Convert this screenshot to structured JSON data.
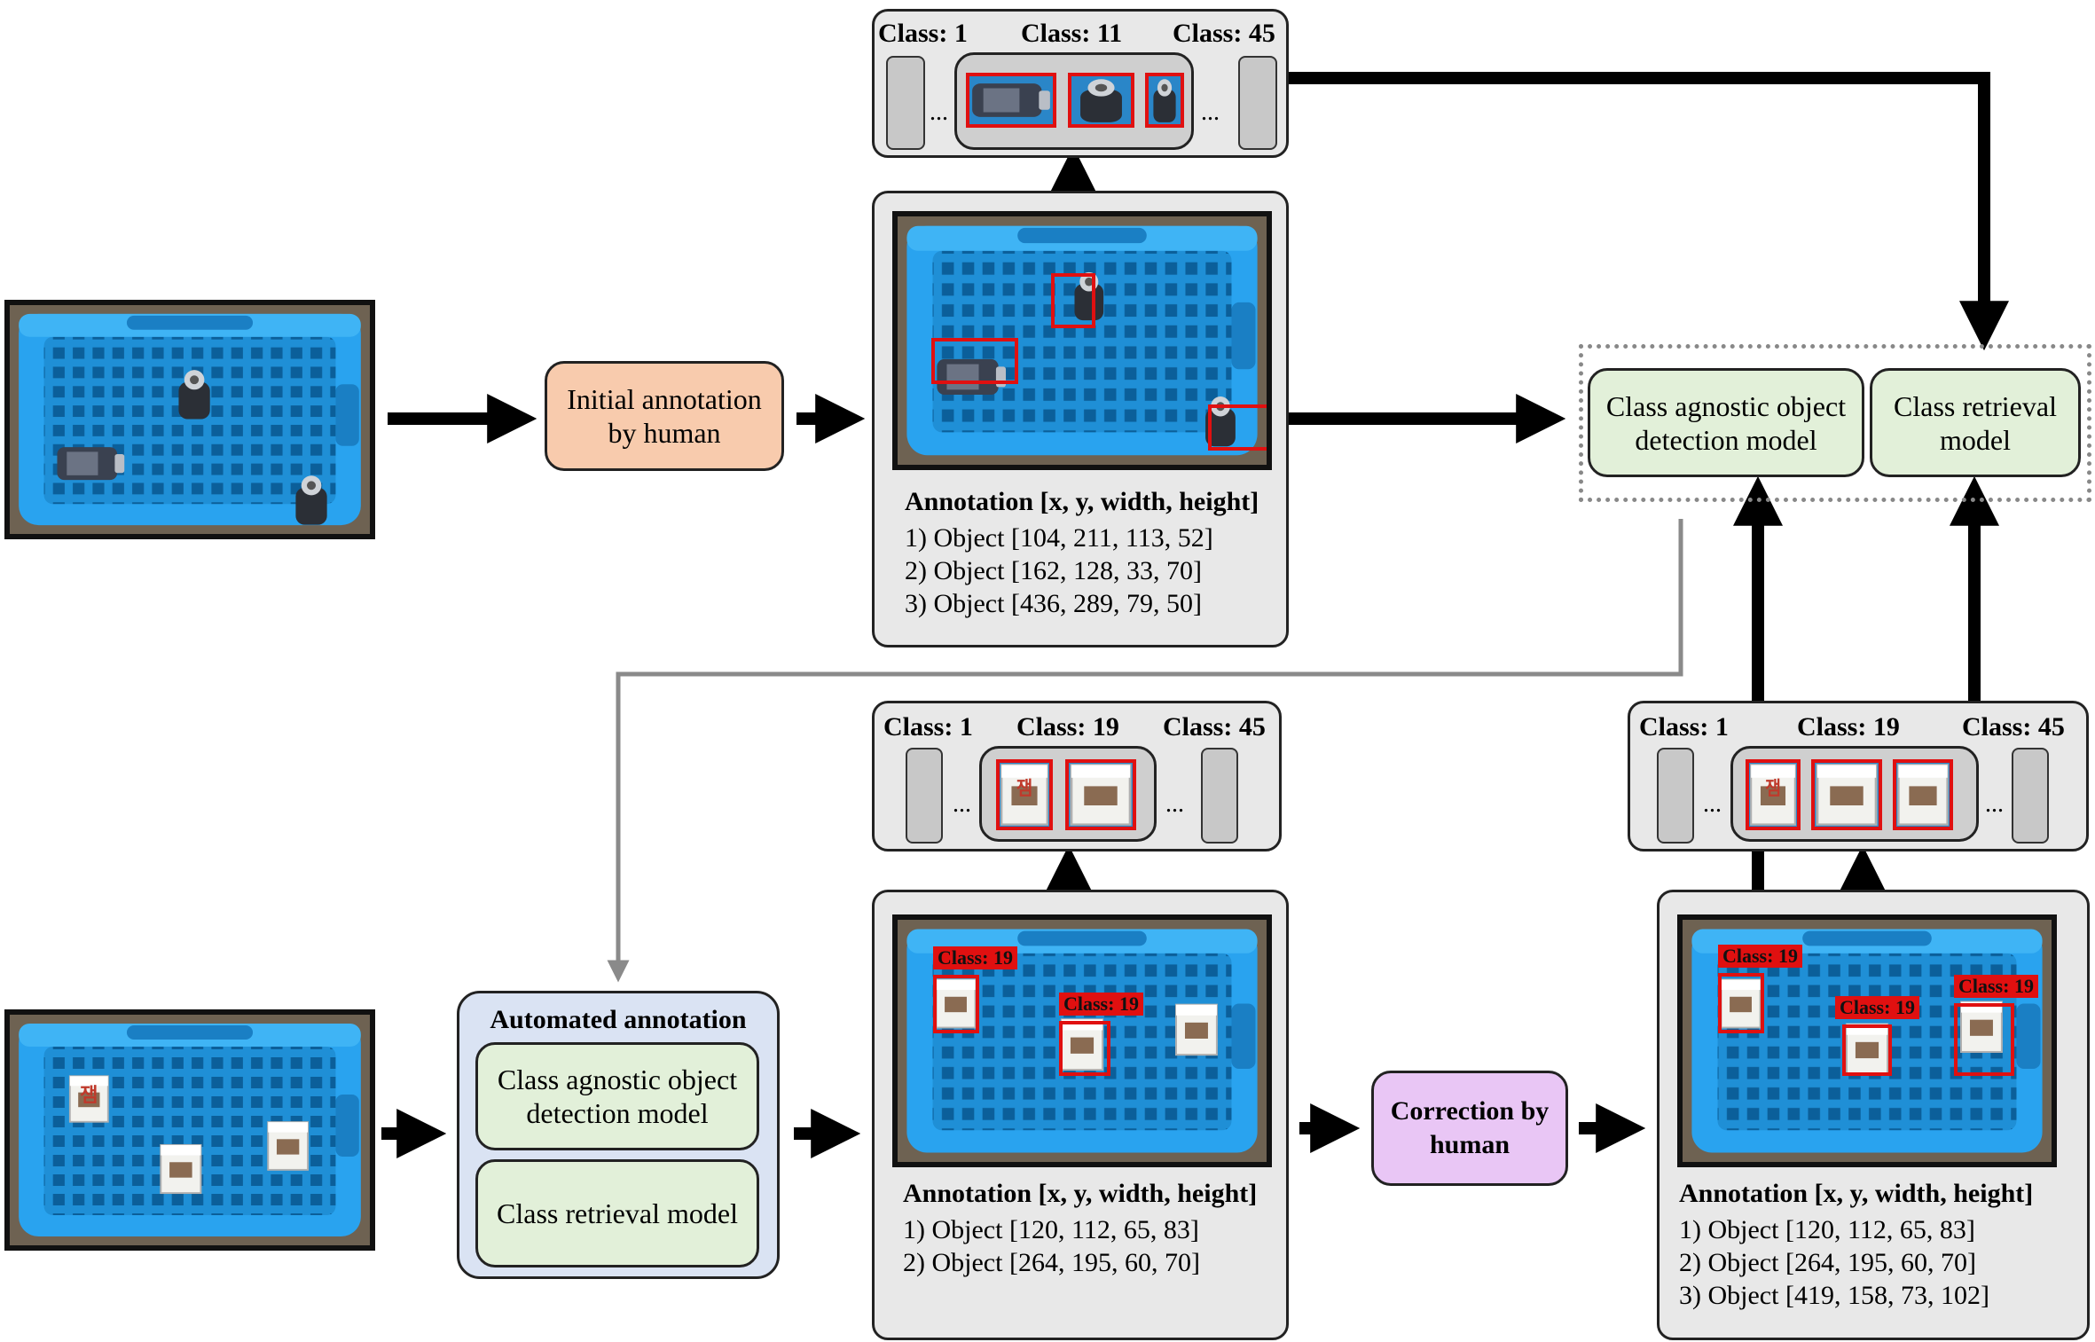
{
  "top_strip": {
    "class_labels": [
      "Class: 1",
      "Class: 11",
      "Class: 45"
    ],
    "dots": "..."
  },
  "initial_annotation": "Initial annotation by human",
  "top_annotation": {
    "title": "Annotation [x, y, width, height]",
    "lines": [
      "1) Object [104, 211, 113, 52]",
      "2) Object [162, 128, 33, 70]",
      "3) Object [436, 289, 79, 50]"
    ]
  },
  "models": {
    "detection": "Class agnostic object detection model",
    "retrieval": "Class retrieval model"
  },
  "automated": {
    "title": "Automated annotation",
    "detection": "Class agnostic object detection model",
    "retrieval": "Class retrieval model"
  },
  "mid_strip": {
    "class_labels": [
      "Class: 1",
      "Class: 19",
      "Class: 45"
    ],
    "dots": "..."
  },
  "mid_annotation": {
    "title": "Annotation [x, y, width, height]",
    "lines": [
      "1) Object [120, 112, 65, 83]",
      "2) Object [264, 195, 60, 70]"
    ],
    "box_labels": [
      "Class: 19",
      "Class: 19"
    ]
  },
  "correction": "Correction by human",
  "right_strip": {
    "class_labels": [
      "Class: 1",
      "Class: 19",
      "Class: 45"
    ],
    "dots": "..."
  },
  "right_annotation": {
    "title": "Annotation [x, y, width, height]",
    "lines": [
      "1) Object [120, 112, 65, 83]",
      "2) Object [264, 195, 60, 70]",
      "3) Object [419, 158, 73, 102]"
    ],
    "box_labels": [
      "Class: 19",
      "Class: 19",
      "Class: 19"
    ]
  },
  "thumb_text": "잼",
  "colors": {
    "detection_box": "#e01010",
    "model_fill": "#e2f0d9",
    "human_fill": "#f8cbad",
    "correction_fill": "#e9c6f5",
    "automated_fill": "#dae3f3",
    "feedback_arrow": "#8a8a8a"
  }
}
